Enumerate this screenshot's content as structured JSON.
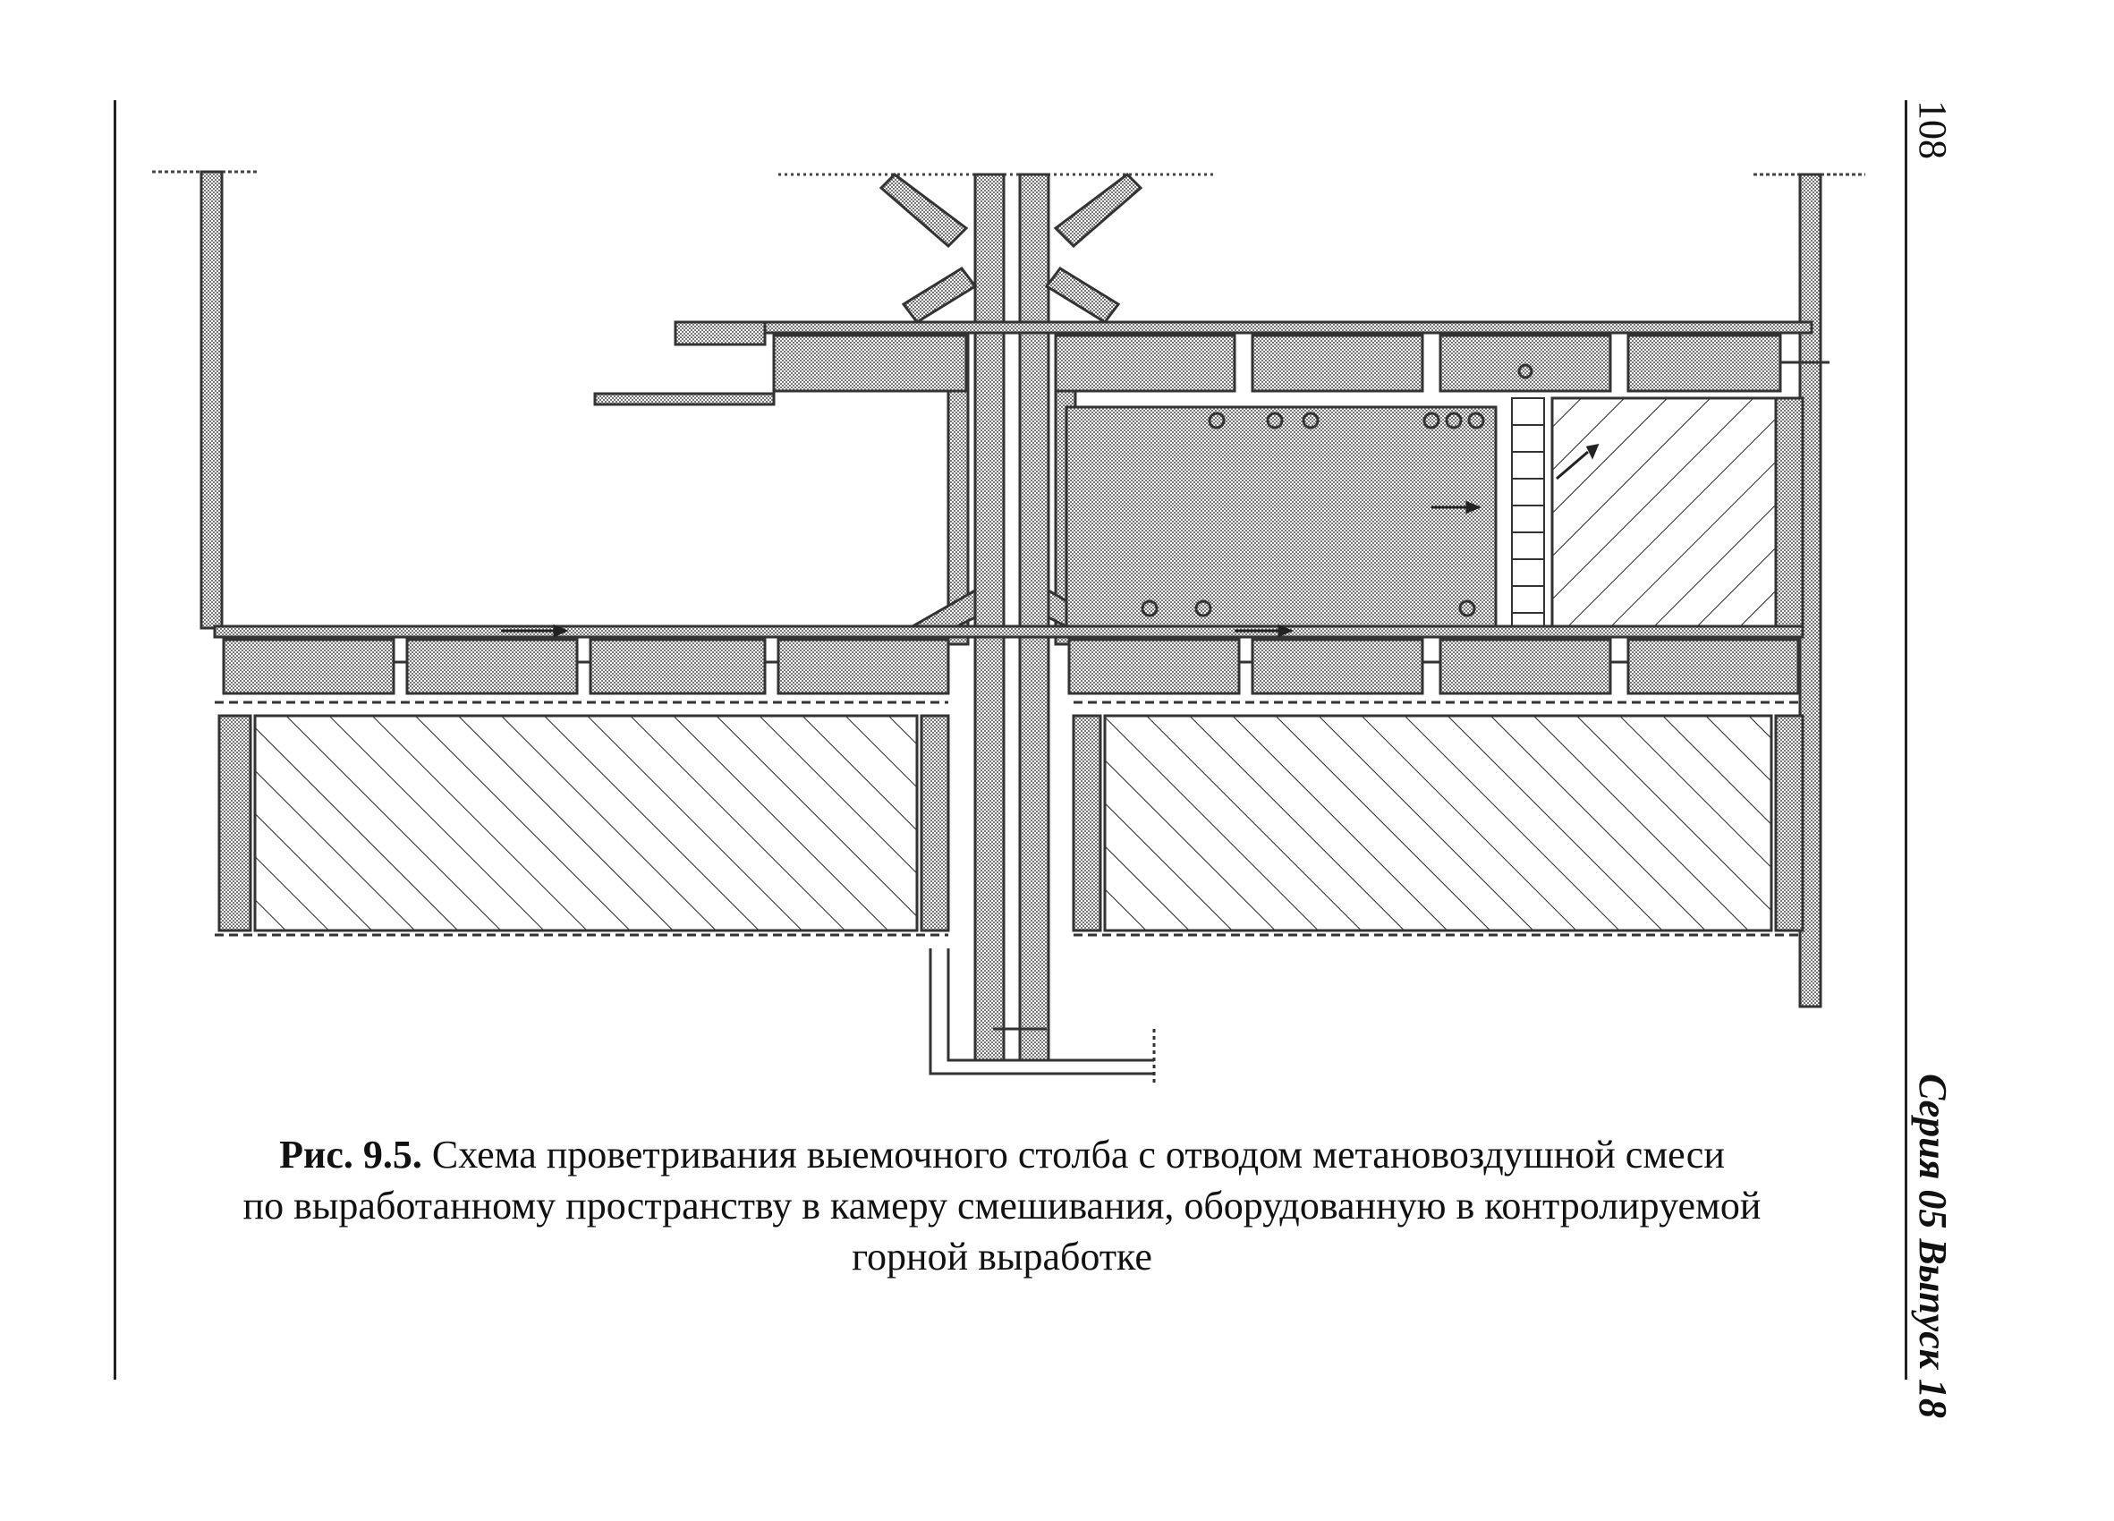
{
  "page": {
    "number": "108",
    "series": "Серия 05 Выпуск 18"
  },
  "caption": {
    "label": "Рис. 9.5.",
    "line1": " Схема проветривания выемочного столба с отводом метановоздушной смеси",
    "line2": "по выработанному пространству в камеру смешивания, оборудованную в контролируемой",
    "line3": "горной выработке"
  },
  "colors": {
    "ink": "#111111",
    "stipple": "#8a8a8a",
    "panel_fill": "#d6d6d6"
  }
}
